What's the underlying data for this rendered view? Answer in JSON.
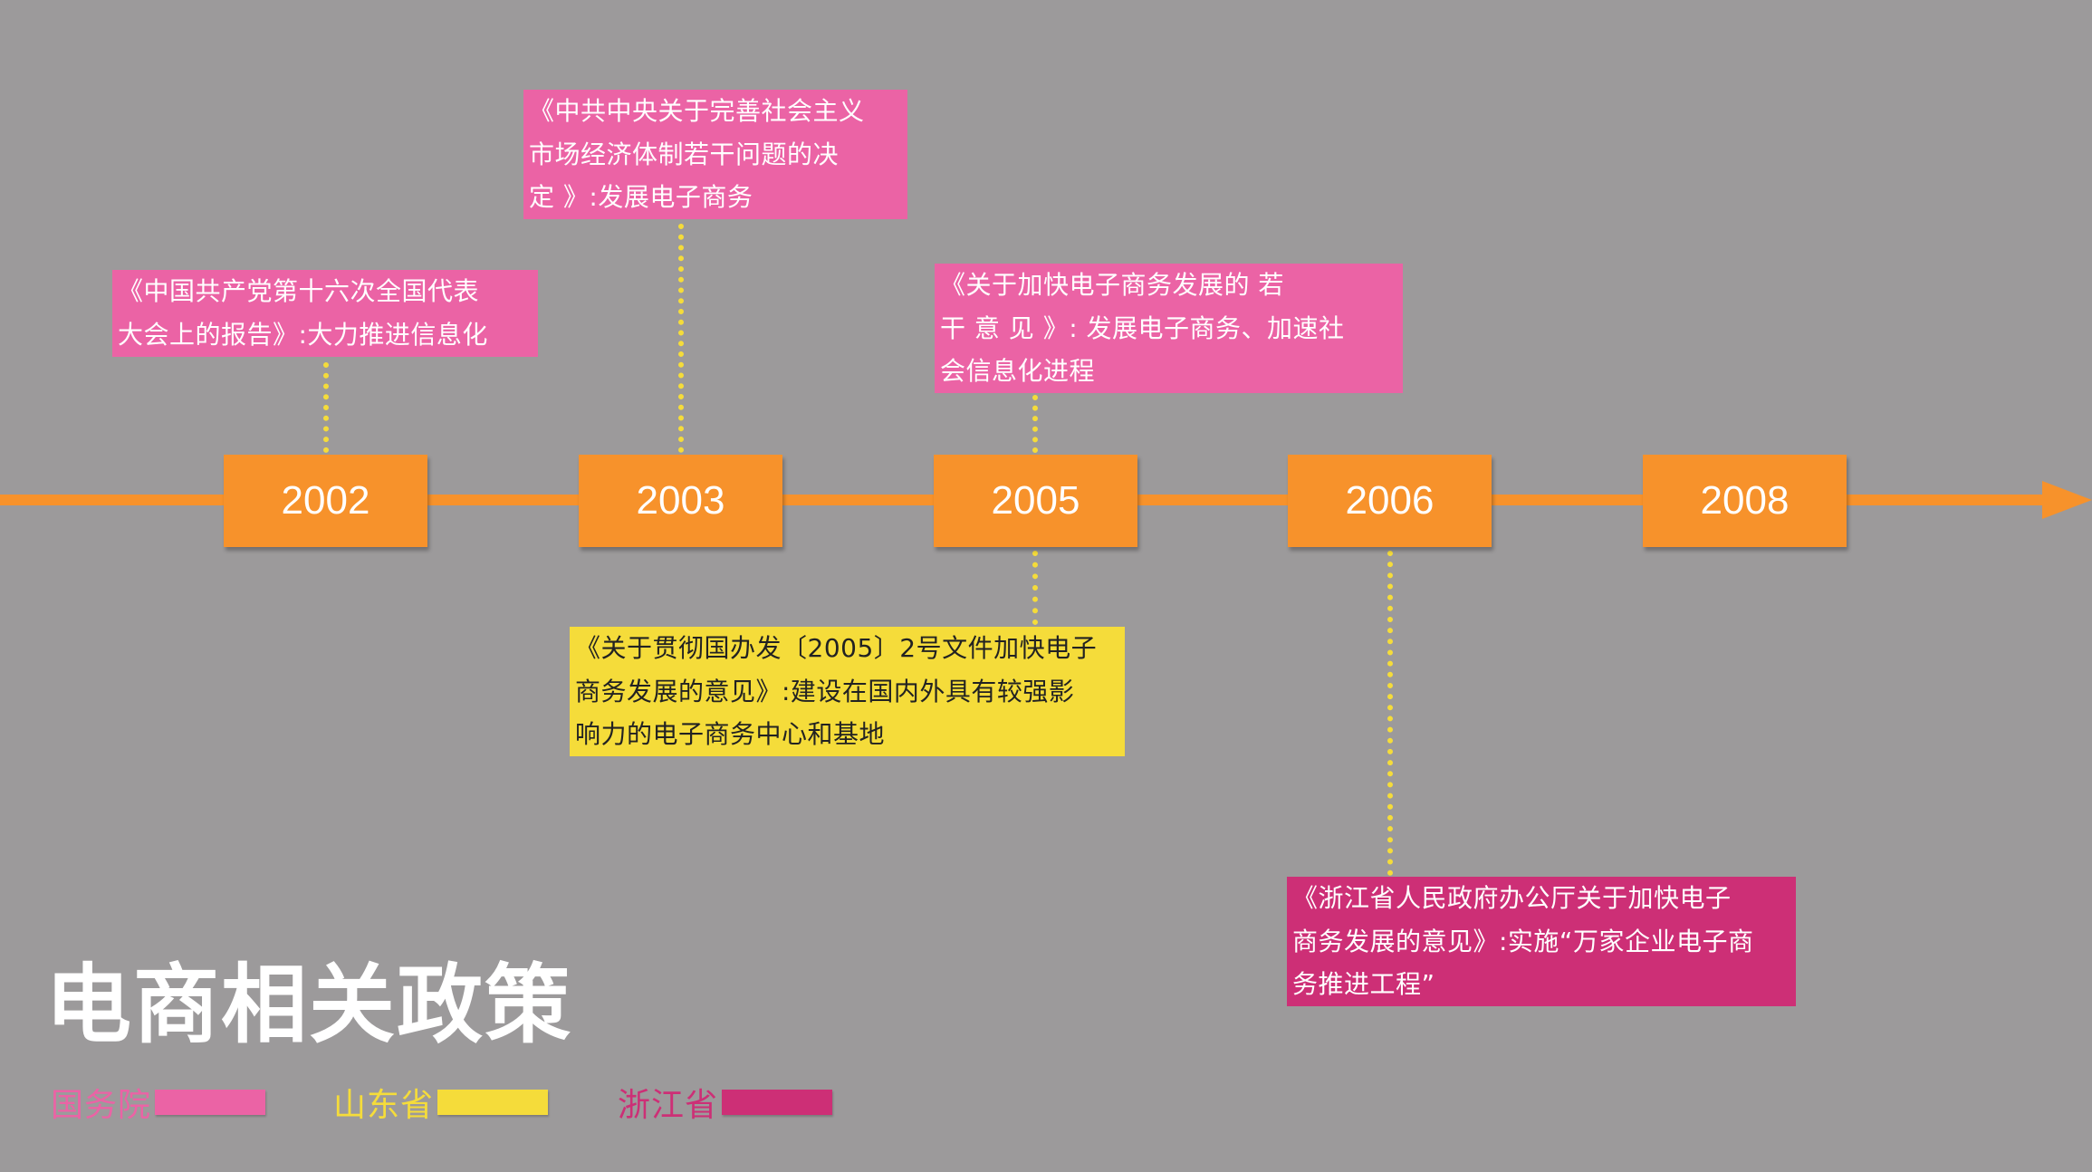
{
  "title": "电商相关政策",
  "timeline": {
    "years": [
      "2002",
      "2003",
      "2005",
      "2006",
      "2008"
    ]
  },
  "policies": [
    {
      "year": "2002",
      "issuer": "国务院",
      "text": "《中国共产党第十六次全国代表\n大会上的报告》:大力推进信息化"
    },
    {
      "year": "2003",
      "issuer": "国务院",
      "text": "《中共中央关于完善社会主义\n市场经济体制若干问题的决\n定 》:发展电子商务"
    },
    {
      "year": "2005",
      "issuer": "国务院",
      "text": "《关于加快电子商务发展的 若\n干 意 见 》: 发展电子商务、加速社\n会信息化进程"
    },
    {
      "year": "2005",
      "issuer": "山东省",
      "text": "《关于贯彻国办发〔2005〕2号文件加快电子\n商务发展的意见》:建设在国内外具有较强影\n响力的电子商务中心和基地"
    },
    {
      "year": "2006",
      "issuer": "浙江省",
      "text": "《浙江省人民政府办公厅关于加快电子\n商务发展的意见》:实施“万家企业电子商\n务推进工程”"
    }
  ],
  "legend": [
    {
      "label": "国务院",
      "color": "#eb63a5"
    },
    {
      "label": "山东省",
      "color": "#f5dc3a"
    },
    {
      "label": "浙江省",
      "color": "#cd2f76"
    }
  ],
  "colors": {
    "background": "#9c9a9b",
    "axis": "#f7922b",
    "connector": "#f5dc3a"
  }
}
